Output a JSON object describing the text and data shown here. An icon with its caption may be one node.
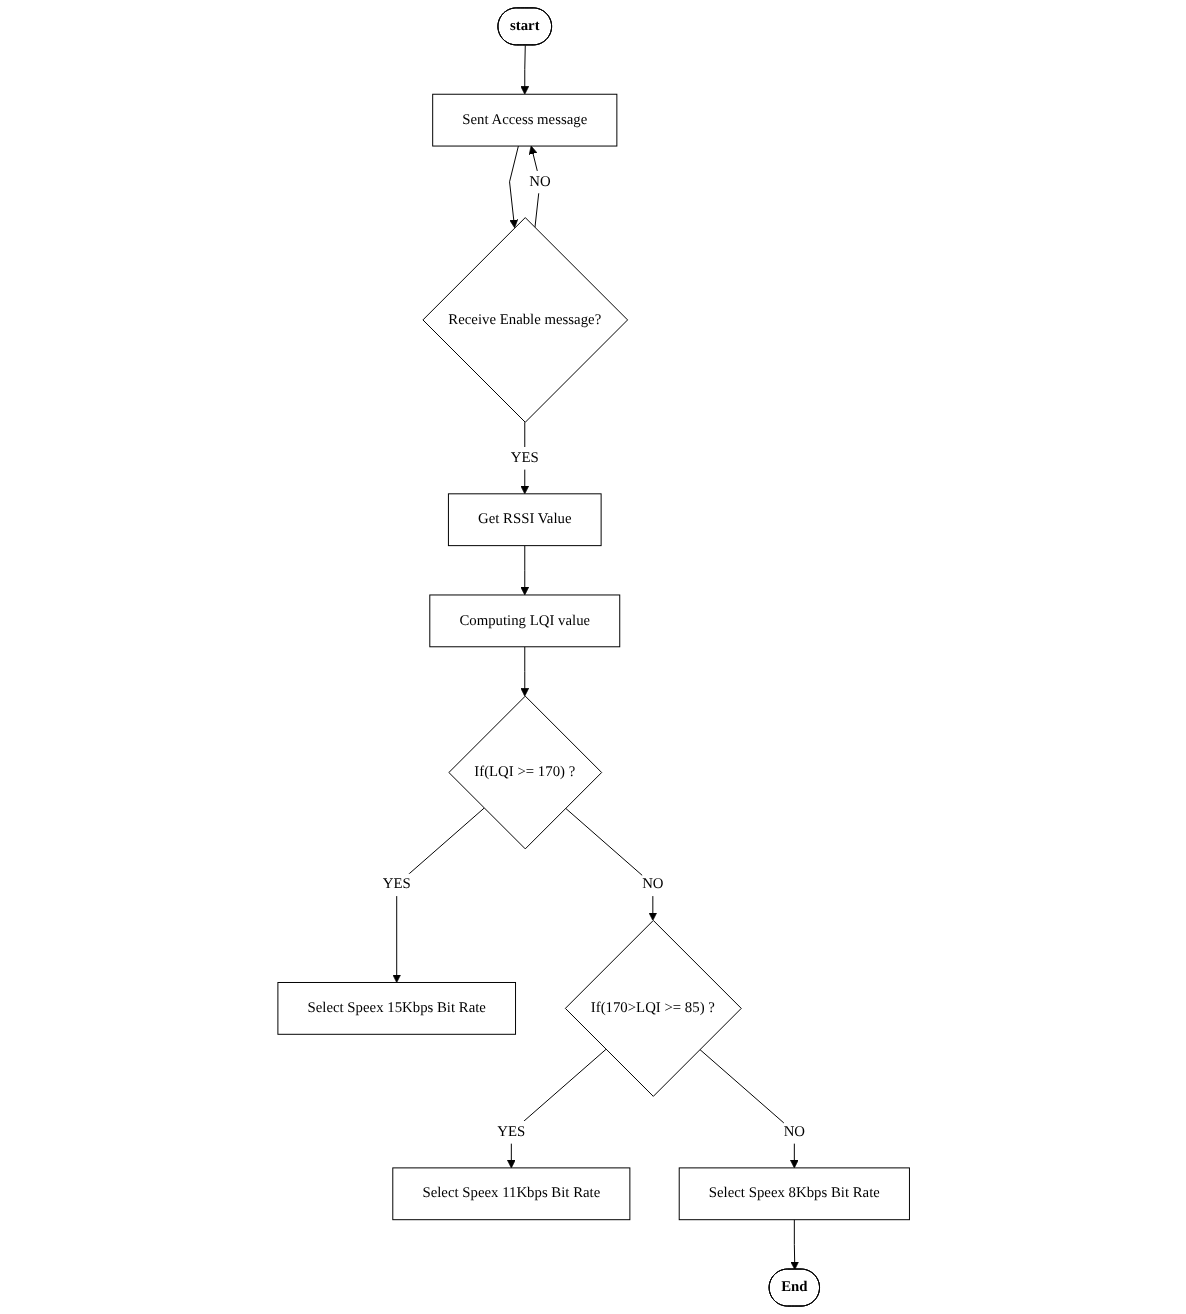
{
  "diagram": {
    "nodes": [
      {
        "text": [
          "start"
        ]
      },
      {
        "text": [
          "Sent Access message"
        ]
      },
      {
        "text": [
          "Receive Enable message?"
        ]
      },
      {
        "text": [
          "Get RSSI Value"
        ]
      },
      {
        "text": [
          "Computing LQI value"
        ]
      },
      {
        "text": [
          "If(LQI >= 170) ?"
        ]
      },
      {
        "text": [
          "Select Speex 15Kbps Bit Rate"
        ]
      },
      {
        "text": [
          "If(170>LQI >= 85) ?"
        ]
      },
      {
        "text": [
          "Select Speex 11Kbps Bit Rate"
        ]
      },
      {
        "text": [
          "Select Speex 8Kbps Bit Rate"
        ]
      },
      {
        "text": [
          "End"
        ]
      }
    ],
    "edges": [
      {
        "from": 0,
        "to": 1,
        "arrow": "to"
      },
      {
        "from": 1,
        "to": 2,
        "arrow": "to"
      },
      {
        "from": 2,
        "to": 1,
        "arrow": "to",
        "label": "NO"
      },
      {
        "from": 2,
        "to": 3,
        "arrow": "to",
        "label": "YES"
      },
      {
        "from": 3,
        "to": 4,
        "arrow": "to"
      },
      {
        "from": 4,
        "to": 5,
        "arrow": "to"
      },
      {
        "from": 5,
        "to": 6,
        "arrow": "to",
        "label": "YES"
      },
      {
        "from": 5,
        "to": 7,
        "arrow": "to",
        "label": "NO"
      },
      {
        "from": 7,
        "to": 8,
        "arrow": "to",
        "label": "YES"
      },
      {
        "from": 7,
        "to": 9,
        "arrow": "to",
        "label": "NO"
      },
      {
        "from": 9,
        "to": 10,
        "arrow": "to"
      }
    ]
  }
}
